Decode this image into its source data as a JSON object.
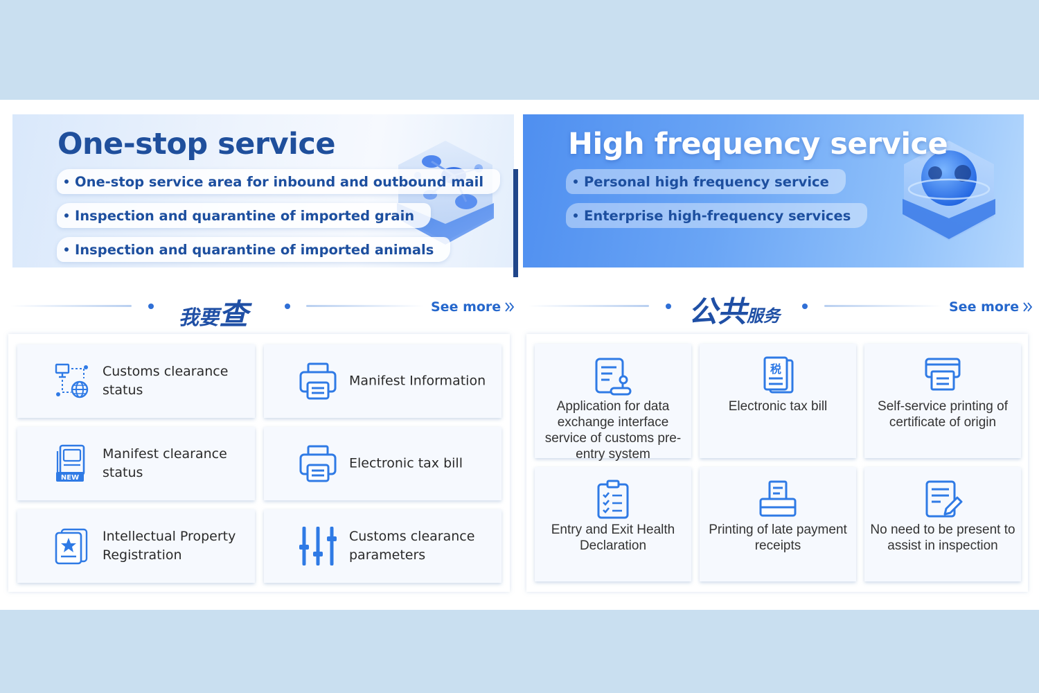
{
  "banners": {
    "one_stop": {
      "title": "One-stop service",
      "items": [
        "One-stop service area for inbound and outbound mail",
        "Inspection and quarantine of imported grain",
        "Inspection and quarantine of imported animals"
      ]
    },
    "high_frequency": {
      "title": "High frequency service",
      "items": [
        "Personal high frequency service",
        "Enterprise high-frequency services"
      ]
    }
  },
  "sections": {
    "query": {
      "title_small": "我要",
      "title_big": "查",
      "see_more": "See more",
      "cards": [
        {
          "label": "Customs clearance status",
          "icon": "network-globe-icon"
        },
        {
          "label": "Manifest Information",
          "icon": "printer-icon"
        },
        {
          "label": "Manifest clearance status",
          "icon": "new-document-icon"
        },
        {
          "label": "Electronic tax bill",
          "icon": "printer-icon"
        },
        {
          "label": "Intellectual Property Registration",
          "icon": "star-certificate-icon"
        },
        {
          "label": "Customs clearance parameters",
          "icon": "sliders-icon"
        }
      ]
    },
    "public": {
      "title_big": "公共",
      "title_small": "服务",
      "see_more": "See more",
      "cards": [
        {
          "label": "Application for data exchange interface service of customs pre-entry system",
          "icon": "form-document-icon"
        },
        {
          "label": "Electronic tax bill",
          "icon": "tax-document-icon",
          "icon_text": "税"
        },
        {
          "label": "Self-service printing of certificate of origin",
          "icon": "printer-icon"
        },
        {
          "label": "Entry and Exit Health Declaration",
          "icon": "checklist-clipboard-icon"
        },
        {
          "label": "Printing of late payment receipts",
          "icon": "receipt-printer-icon"
        },
        {
          "label": "No need to be present to assist in inspection",
          "icon": "edit-document-icon"
        }
      ]
    }
  },
  "colors": {
    "accent": "#2567cc",
    "navy": "#1f4f9c",
    "page_bg": "#c9dff0",
    "icon": "#2f7ae5"
  }
}
